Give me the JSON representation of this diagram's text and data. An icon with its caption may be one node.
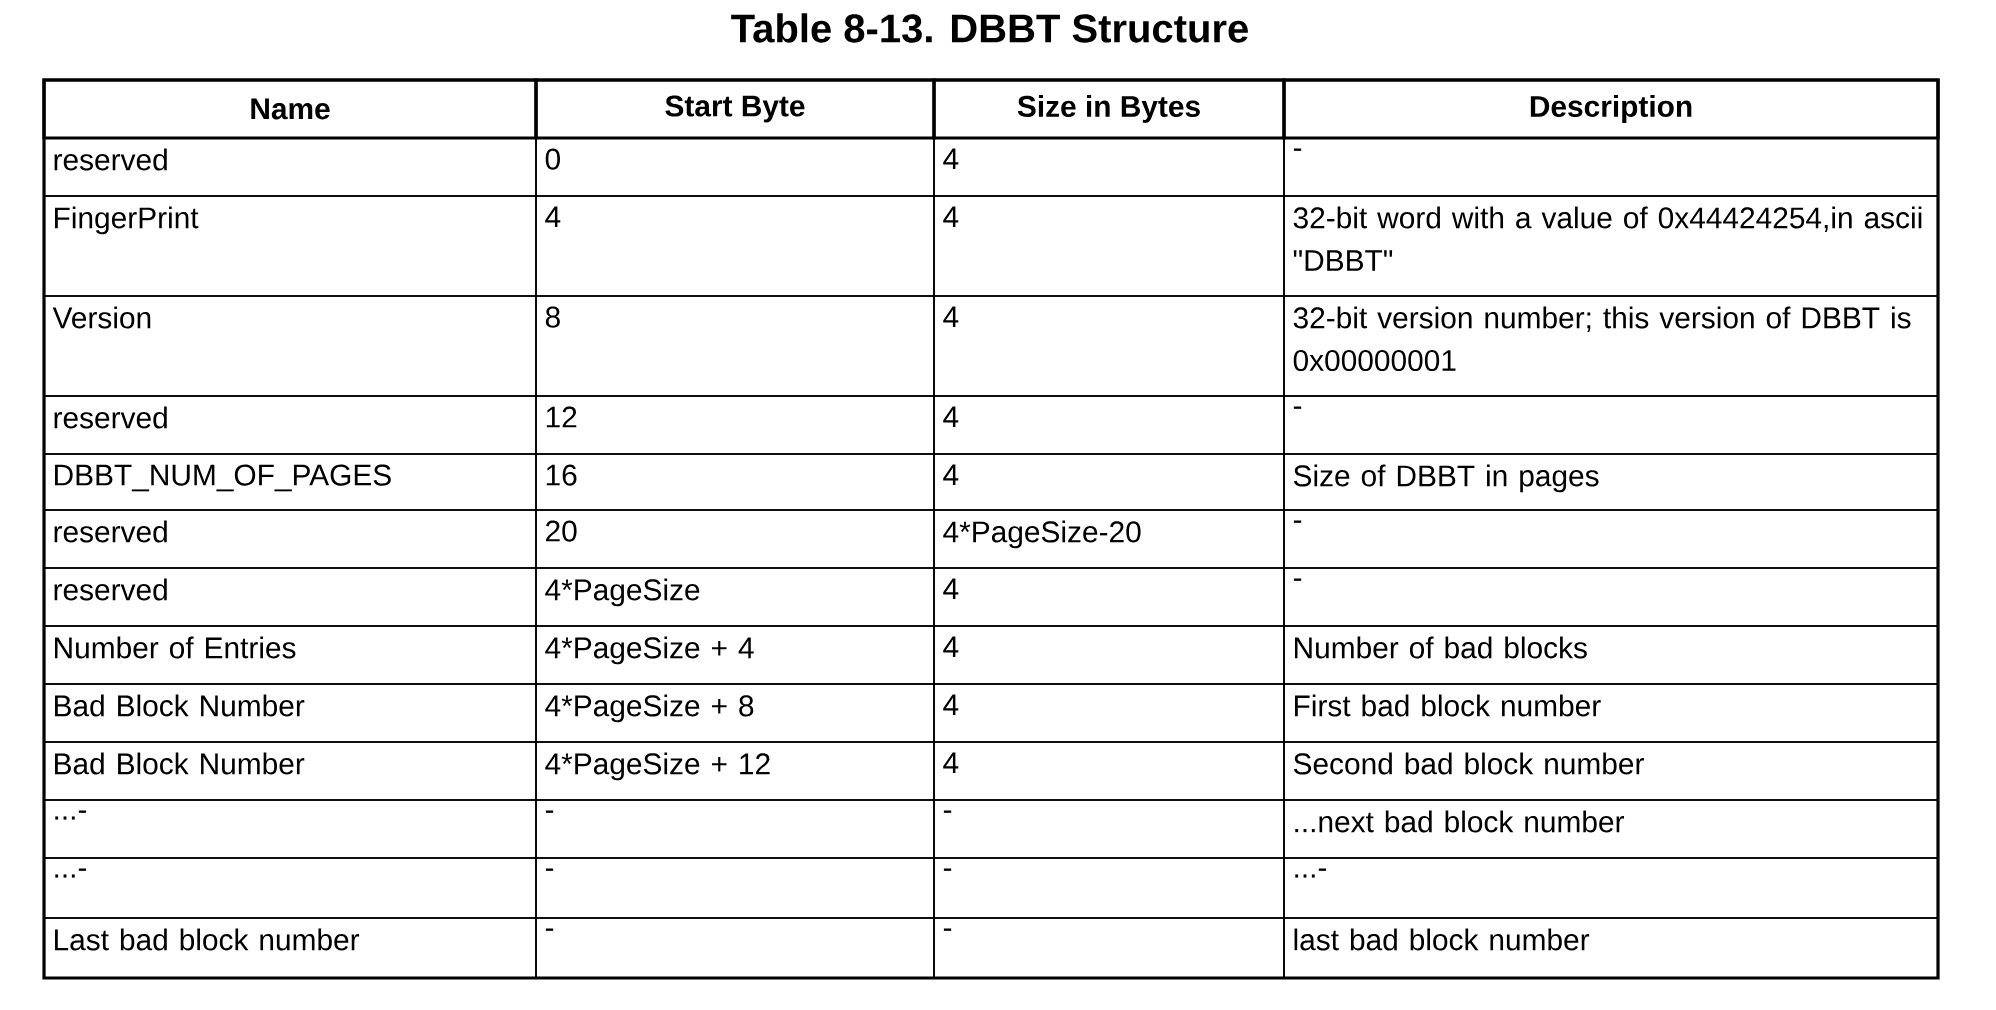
{
  "diagram": {
    "title": "Table 8-13.   DBBT Structure",
    "labels": [
      "Name",
      "Start Byte",
      "Size in Bytes",
      "Description",
      "reserved",
      "0",
      "4",
      "-",
      "FingerPrint",
      "4",
      "4",
      "32-bit word with a value of 0x44424254,in ascii \"DBBT\"",
      "Version",
      "8",
      "4",
      "32-bit version number; this version of DBBT is 0x00000001",
      "reserved",
      "12",
      "4",
      "-",
      "DBBT_NUM_OF_PAGES",
      "16",
      "4",
      "Size of DBBT in pages",
      "reserved",
      "20",
      "4*PageSize-20",
      "-",
      "reserved",
      "4*PageSize",
      "4",
      "-",
      "Number of Entries",
      "4*PageSize + 4",
      "4",
      "Number of bad blocks",
      "Bad Block Number",
      "4*PageSize + 8",
      "4",
      "First bad block number",
      "Bad Block Number",
      "4*PageSize + 12",
      "4",
      "Second bad block number",
      "...-",
      "-",
      "-",
      "...next bad block number",
      "...-",
      "-",
      "-",
      "...-",
      "Last bad block number",
      "-",
      "-",
      "last bad block number"
    ]
  }
}
